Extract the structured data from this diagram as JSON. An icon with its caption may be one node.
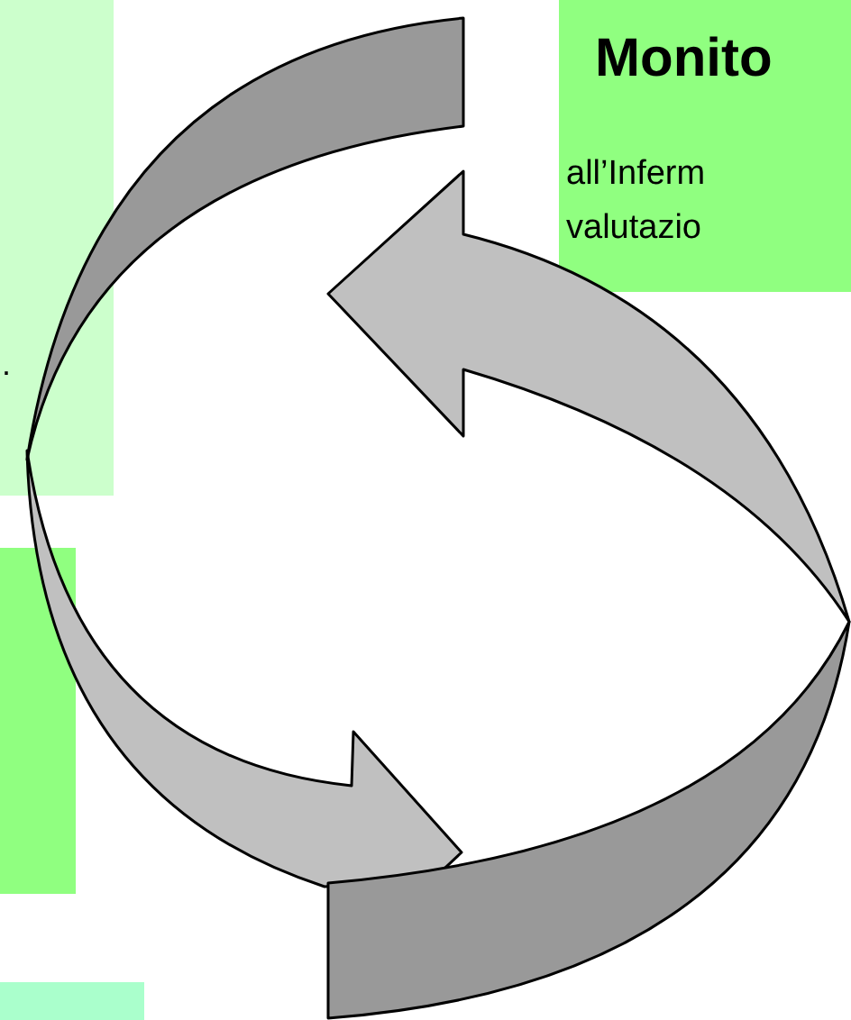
{
  "diagram": {
    "nodes": [
      {
        "text": [
          "."
        ]
      },
      {
        "text": [],
        "shape": "box"
      },
      {
        "text": [],
        "shape": "box"
      },
      {
        "text": [
          "Monito",
          "all’Inferm valutazio"
        ]
      }
    ]
  }
}
